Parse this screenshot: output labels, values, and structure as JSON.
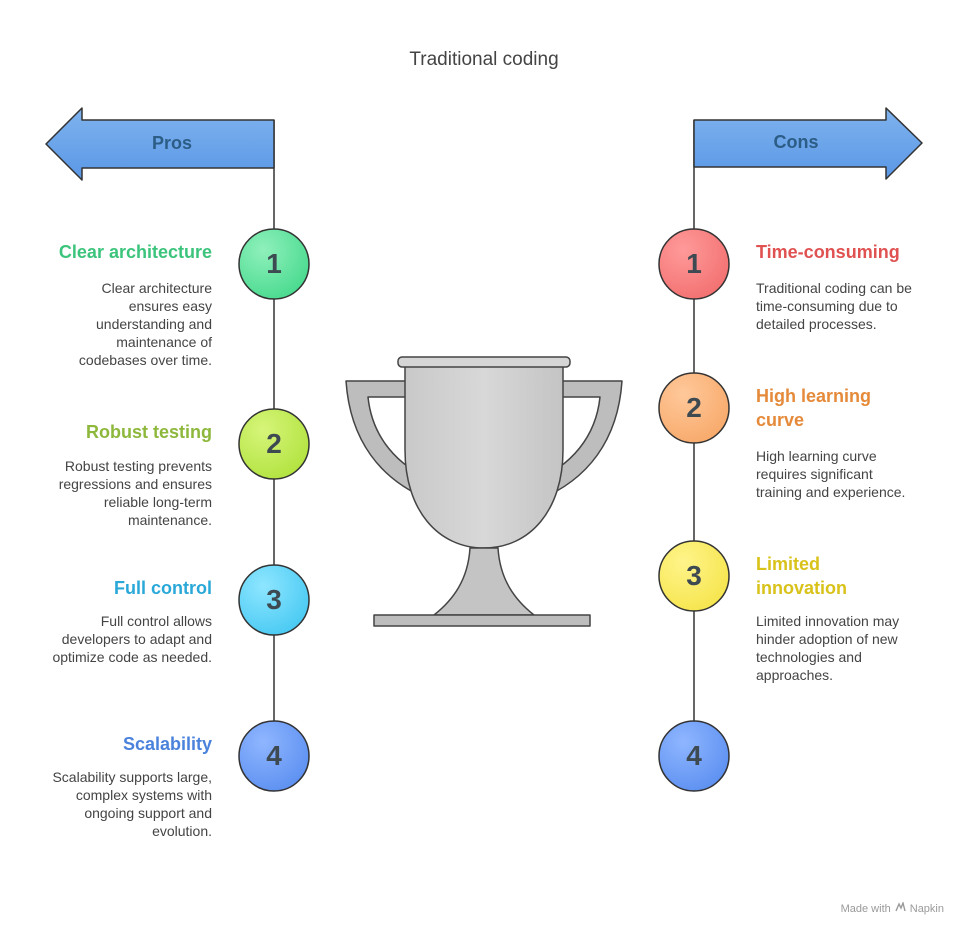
{
  "title": "Traditional coding",
  "pros": {
    "label": "Pros",
    "items": [
      {
        "number": "1",
        "heading": "Clear architecture",
        "description": "Clear architecture ensures easy understanding and maintenance of codebases over time.",
        "color": "#3cc47c"
      },
      {
        "number": "2",
        "heading": "Robust testing",
        "description": "Robust testing prevents regressions and ensures reliable long-term maintenance.",
        "color": "#8db83c"
      },
      {
        "number": "3",
        "heading": "Full control",
        "description": "Full control allows developers to adapt and optimize code as needed.",
        "color": "#2aa8d8"
      },
      {
        "number": "4",
        "heading": "Scalability",
        "description": "Scalability supports large, complex systems with ongoing support and evolution.",
        "color": "#4a82dc"
      }
    ]
  },
  "cons": {
    "label": "Cons",
    "items": [
      {
        "number": "1",
        "heading": "Time-consuming",
        "description": "Traditional coding can be time-consuming due to detailed processes.",
        "color": "#e05252"
      },
      {
        "number": "2",
        "heading": "High learning curve",
        "description": "High learning curve requires significant training and experience.",
        "color": "#e58a3a"
      },
      {
        "number": "3",
        "heading": "Limited innovation",
        "description": "Limited innovation may hinder adoption of new technologies and approaches.",
        "color": "#d9c21a"
      },
      {
        "number": "4",
        "heading": "",
        "description": ""
      }
    ]
  },
  "footer": {
    "made_with": "Made with",
    "brand": "Napkin"
  }
}
